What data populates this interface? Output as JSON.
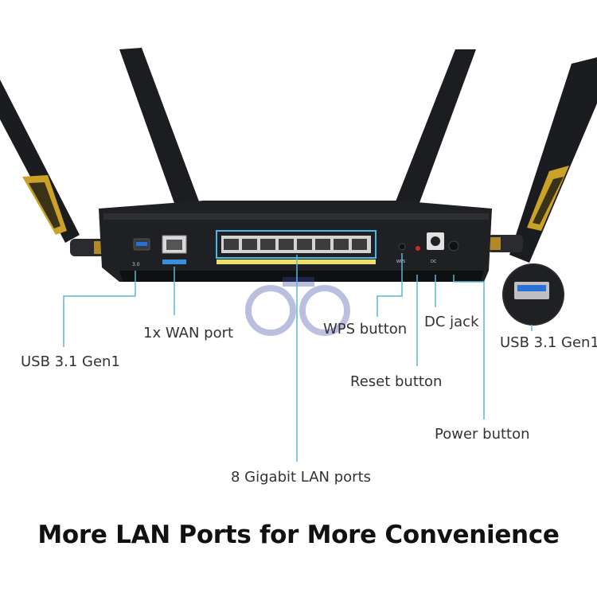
{
  "callouts": {
    "usb_left": "USB 3.1 Gen1",
    "wan_port": "1x WAN port",
    "lan_ports": "8 Gigabit LAN ports",
    "wps_button": "WPS button",
    "dc_jack": "DC jack",
    "reset_button": "Reset button",
    "power_button": "Power button",
    "usb_right": "USB 3.1 Gen1"
  },
  "headline": "More LAN Ports for More Convenience",
  "port_labels": {
    "usb": "3.0",
    "wps": "WPS",
    "dc": "DC"
  },
  "colors": {
    "callout_line": "#56b8d8",
    "router_body": "#1f2023",
    "accent_gold": "#c9a227",
    "lan_frame": "#4db7e6",
    "wan_label": "#3a8fd8",
    "usb_port": "#2a70d6",
    "lan_strip": "#e8e06a",
    "watermark": "#3b4aa8"
  }
}
